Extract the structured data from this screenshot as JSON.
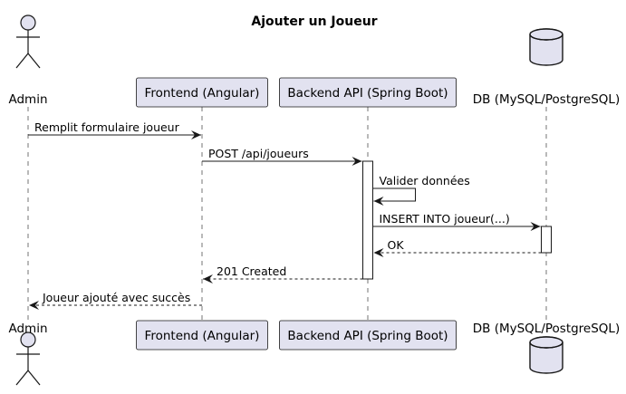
{
  "title": "Ajouter un Joueur",
  "colors": {
    "participant_fill": "#e2e2f0",
    "participant_stroke": "#181818",
    "lifeline": "#181818",
    "arrow": "#181818",
    "activation_fill": "#ffffff"
  },
  "participants": [
    {
      "id": "admin",
      "label": "Admin",
      "kind": "actor",
      "icon": "actor-stick-figure-icon"
    },
    {
      "id": "frontend",
      "label": "Frontend (Angular)",
      "kind": "participant"
    },
    {
      "id": "backend",
      "label": "Backend API (Spring Boot)",
      "kind": "participant"
    },
    {
      "id": "db",
      "label": "DB (MySQL/PostgreSQL)",
      "kind": "database",
      "icon": "database-cylinder-icon"
    }
  ],
  "messages": [
    {
      "from": "admin",
      "to": "frontend",
      "label": "Remplit formulaire joueur",
      "style": "solid"
    },
    {
      "from": "frontend",
      "to": "backend",
      "label": "POST /api/joueurs",
      "style": "solid"
    },
    {
      "from": "backend",
      "to": "backend",
      "label": "Valider données",
      "style": "solid",
      "self": true
    },
    {
      "from": "backend",
      "to": "db",
      "label": "INSERT INTO joueur(...)",
      "style": "solid"
    },
    {
      "from": "db",
      "to": "backend",
      "label": "OK",
      "style": "dashed"
    },
    {
      "from": "backend",
      "to": "frontend",
      "label": "201 Created",
      "style": "dashed"
    },
    {
      "from": "frontend",
      "to": "admin",
      "label": "Joueur ajouté avec succès",
      "style": "dashed"
    }
  ],
  "activations": [
    {
      "participant": "backend",
      "from_message": 1,
      "to_message": 5
    },
    {
      "participant": "db",
      "from_message": 3,
      "to_message": 4
    }
  ]
}
